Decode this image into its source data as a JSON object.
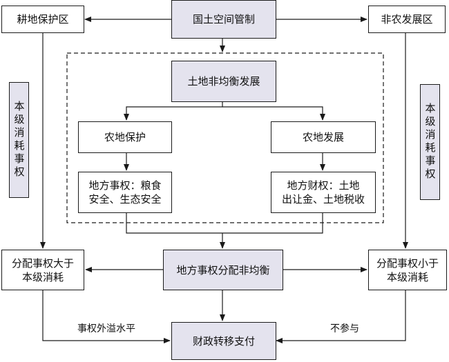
{
  "nodes": {
    "guotu": "国土空间管制",
    "gengdi": "耕地保护区",
    "feinong": "非农发展区",
    "tudi": "土地非均衡发展",
    "nongdi_baohu": "农地保护",
    "nongdi_fazhan": "农地发展",
    "shiquan_line1": "地方事权：粮食",
    "shiquan_line2": "安全、生态安全",
    "caiquan_line1": "地方财权：土地",
    "caiquan_line2": "出让金、土地税收",
    "benji_left": "本级消耗事权",
    "benji_right": "本级消耗事权",
    "fenpei_da_line1": "分配事权大于",
    "fenpei_da_line2": "本级消耗",
    "fenpei_xiao_line1": "分配事权小于",
    "fenpei_xiao_line2": "本级消耗",
    "difang": "地方事权分配非均衡",
    "caizheng": "财政转移支付"
  },
  "edge_labels": {
    "spillover": "事权外溢水平",
    "not_participate": "不参与"
  },
  "colors": {
    "shaded_fill": "#e4e3ee",
    "line": "#1a1a1a"
  }
}
